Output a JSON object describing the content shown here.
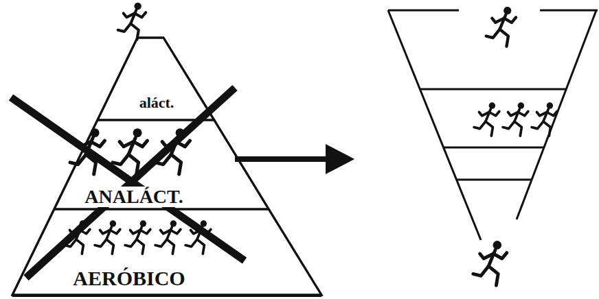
{
  "diagram": {
    "nodes": [
      {
        "text": [
          "aláct."
        ]
      },
      {
        "text": [
          "ANALÁCT."
        ]
      },
      {
        "text": [
          "AERÓBICO"
        ]
      }
    ]
  }
}
